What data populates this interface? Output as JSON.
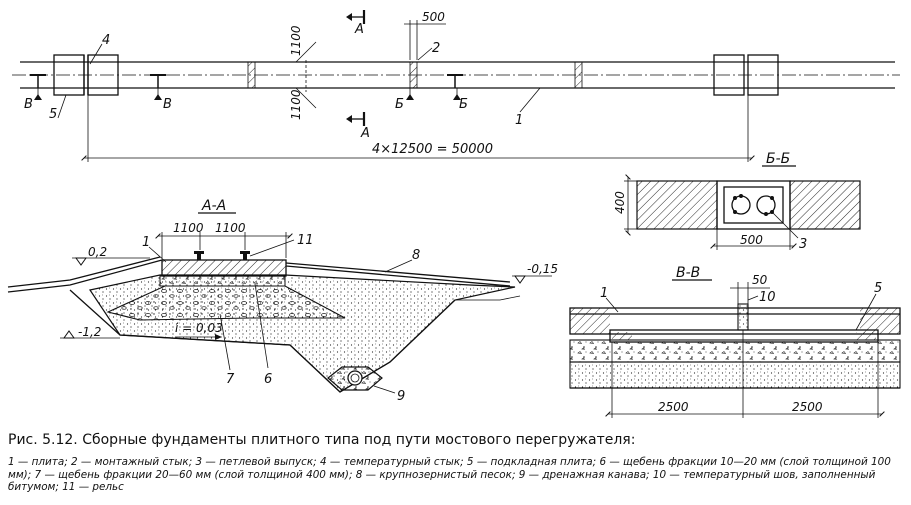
{
  "plan": {
    "section_aa": "А",
    "section_bb": "Б",
    "section_vv": "В",
    "dim_500": "500",
    "dim_1100": "1100",
    "dim_total": "4×12500 = 50000",
    "callouts": [
      "4",
      "2",
      "5",
      "1"
    ]
  },
  "section_aa": {
    "title": "А-А",
    "dim_left": "1100",
    "dim_right": "1100",
    "level_top": "0,2",
    "level_right": "-0,15",
    "level_bottom": "-1,2",
    "slope": "i = 0,03",
    "callouts": [
      "1",
      "11",
      "8",
      "7",
      "6",
      "9"
    ]
  },
  "section_bb": {
    "title": "Б-Б",
    "dim_height": "400",
    "dim_width": "500",
    "callout": "3"
  },
  "section_vv": {
    "title": "В-В",
    "dim_gap": "50",
    "dim_left": "2500",
    "dim_right": "2500",
    "callouts": [
      "1",
      "10",
      "5"
    ]
  },
  "caption": {
    "title": "Рис. 5.12. Сборные фундаменты плитного типа под пути мостового перегружателя:",
    "legend": "1 — плита; 2 — монтажный стык; 3 — петлевой выпуск; 4 — температурный стык; 5 — подкладная плита; 6 — щебень фракции 10—20 мм (слой толщиной 100 мм); 7 — щебень фракции 20—60 мм (слой толщиной 400 мм); 8 — крупнозернистый песок; 9 — дренажная канава; 10 — температурный шов, заполненный битумом; 11 — рельс"
  }
}
